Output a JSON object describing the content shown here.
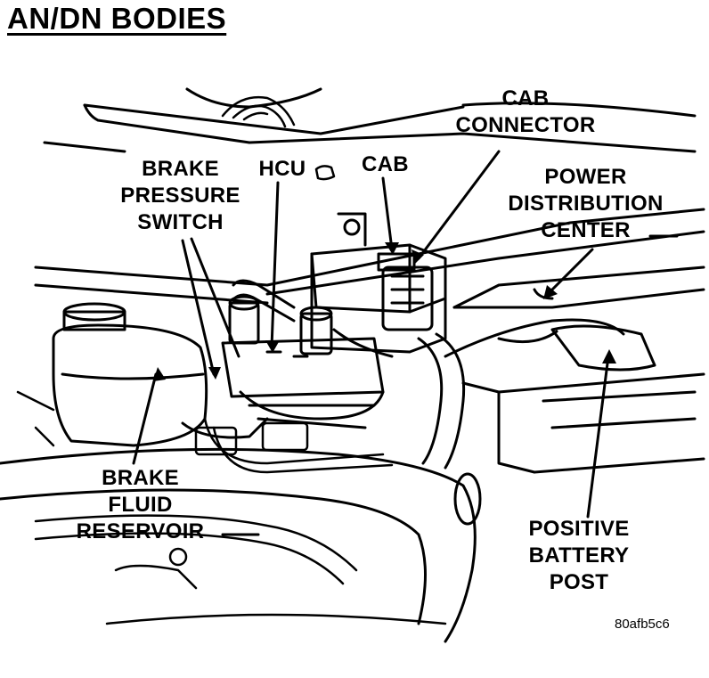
{
  "title": "AN/DN BODIES",
  "callouts": {
    "cab_connector": "CAB\nCONNECTOR",
    "brake_pressure_switch": "BRAKE\nPRESSURE\nSWITCH",
    "hcu": "HCU",
    "cab": "CAB",
    "power_distribution_center": "POWER\nDISTRIBUTION\nCENTER",
    "brake_fluid_reservoir": "BRAKE\nFLUID\nRESERVOIR",
    "positive_battery_post": "POSITIVE\nBATTERY\nPOST"
  },
  "figure_ref": "80afb5c6",
  "colors": {
    "ink": "#000000",
    "paper": "#ffffff"
  }
}
